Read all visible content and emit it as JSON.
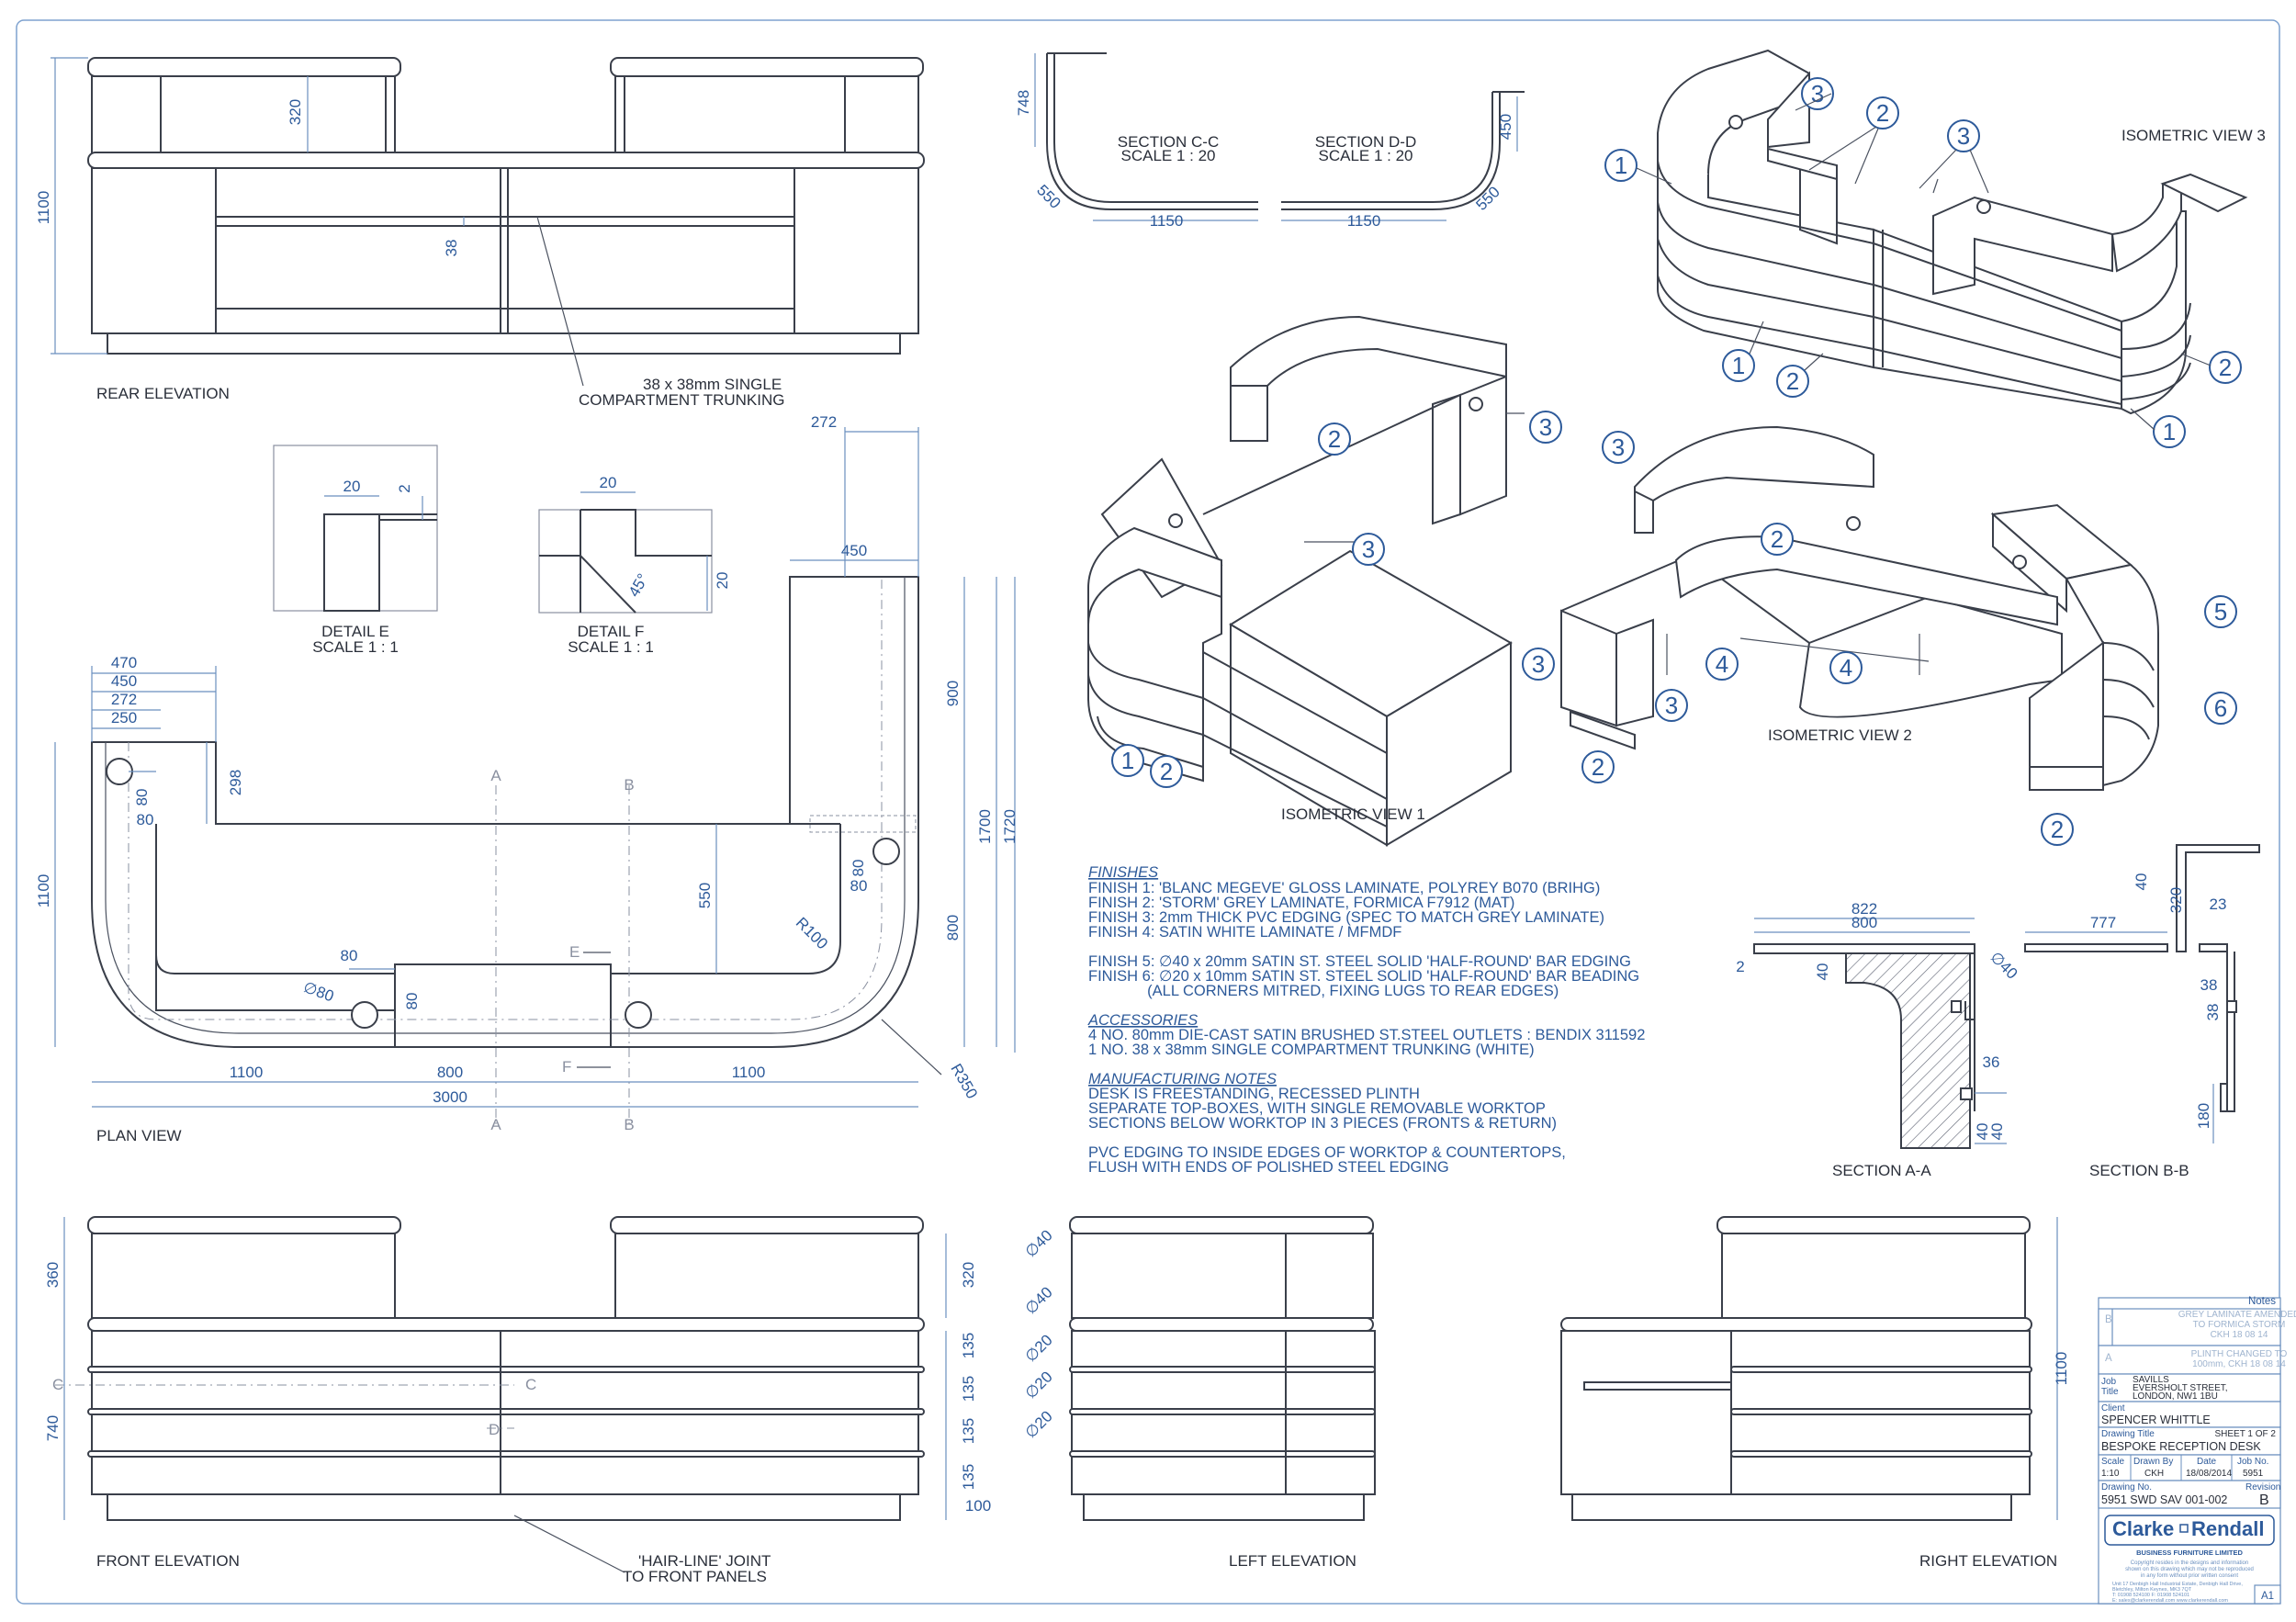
{
  "views": {
    "rear_elevation": "REAR ELEVATION",
    "plan_view": "PLAN VIEW",
    "front_elevation": "FRONT ELEVATION",
    "left_elevation": "LEFT ELEVATION",
    "right_elevation": "RIGHT ELEVATION",
    "iso1": "ISOMETRIC VIEW 1",
    "iso2": "ISOMETRIC VIEW 2",
    "iso3": "ISOMETRIC VIEW 3",
    "section_aa": "SECTION A-A",
    "section_bb": "SECTION B-B",
    "section_cc": "SECTION C-C",
    "section_cc_scale": "SCALE 1 : 20",
    "section_dd": "SECTION D-D",
    "section_dd_scale": "SCALE 1 : 20",
    "detail_e": "DETAIL E",
    "detail_e_scale": "SCALE 1 : 1",
    "detail_f": "DETAIL F",
    "detail_f_scale": "SCALE 1 : 1"
  },
  "annotations": {
    "trunking_1": "38 x 38mm SINGLE",
    "trunking_2": "COMPARTMENT TRUNKING",
    "joint_1": "'HAIR-LINE' JOINT",
    "joint_2": "TO FRONT PANELS"
  },
  "dims": {
    "rear_1100": "1100",
    "rear_320": "320",
    "rear_38": "38",
    "cc_748": "748",
    "cc_550": "550",
    "cc_1150": "1150",
    "dd_450": "450",
    "dd_550": "550",
    "dd_1150": "1150",
    "de_20": "20",
    "de_2": "2",
    "df_20a": "20",
    "df_20b": "20",
    "df_45": "45°",
    "p_272top": "272",
    "p_450top": "450",
    "p_470": "470",
    "p_450": "450",
    "p_272": "272",
    "p_250": "250",
    "p_298": "298",
    "p_80a": "80",
    "p_80b": "80",
    "p_900": "900",
    "p_1700": "1700",
    "p_1720": "1720",
    "p_1100v": "1100",
    "p_550": "550",
    "p_800v": "800",
    "p_80c": "80",
    "p_80d": "80",
    "p_80e": "80",
    "p_80f": "80",
    "p_d80": "∅80",
    "p_r100": "R100",
    "p_r350": "R350",
    "p_1100a": "1100",
    "p_800": "800",
    "p_1100b": "1100",
    "p_3000": "3000",
    "p_A": "A",
    "p_B": "B",
    "p_E": "E",
    "p_F": "F",
    "f_360": "360",
    "f_740": "740",
    "f_320": "320",
    "f_135a": "135",
    "f_135b": "135",
    "f_135c": "135",
    "f_135d": "135",
    "f_100": "100",
    "f_C": "C",
    "f_D": "D",
    "l_40a": "∅40",
    "l_40b": "∅40",
    "l_20a": "∅20",
    "l_20b": "∅20",
    "l_20c": "∅20",
    "r_1100": "1100",
    "sa_822": "822",
    "sa_800": "800",
    "sa_2": "2",
    "sa_40": "40",
    "sa_d40": "∅40",
    "sa_36": "36",
    "sa_40b": "40",
    "sa_40c": "40",
    "sb_777": "777",
    "sb_40": "40",
    "sb_320": "320",
    "sb_23": "23",
    "sb_38a": "38",
    "sb_38b": "38",
    "sb_180": "180"
  },
  "notes": {
    "finishes_title": "FINISHES",
    "finishes": [
      "FINISH 1: 'BLANC MEGEVE' GLOSS LAMINATE, POLYREY B070 (BRIHG)",
      "FINISH 2: 'STORM' GREY LAMINATE, FORMICA F7912 (MAT)",
      "FINISH 3: 2mm THICK PVC EDGING (SPEC TO MATCH GREY LAMINATE)",
      "FINISH 4: SATIN WHITE LAMINATE / MFMDF",
      "",
      "FINISH 5: ∅40 x 20mm SATIN ST. STEEL SOLID 'HALF-ROUND' BAR EDGING",
      "FINISH 6: ∅20 x 10mm SATIN ST. STEEL SOLID 'HALF-ROUND' BAR BEADING",
      "              (ALL CORNERS MITRED, FIXING LUGS TO REAR EDGES)"
    ],
    "accessories_title": "ACCESSORIES",
    "accessories": [
      "4 NO. 80mm DIE-CAST SATIN BRUSHED ST.STEEL OUTLETS : BENDIX  311592",
      "1 NO. 38 x 38mm SINGLE COMPARTMENT TRUNKING (WHITE)"
    ],
    "manufacturing_title": "MANUFACTURING NOTES",
    "manufacturing": [
      "DESK IS FREESTANDING, RECESSED PLINTH",
      "SEPARATE TOP-BOXES, WITH SINGLE REMOVABLE WORKTOP",
      "SECTIONS BELOW WORKTOP IN 3 PIECES (FRONTS & RETURN)",
      "",
      "PVC EDGING TO INSIDE EDGES OF WORKTOP & COUNTERTOPS,",
      "FLUSH WITH ENDS OF POLISHED STEEL EDGING"
    ]
  },
  "callouts": {
    "iso1": [
      "2",
      "3",
      "3",
      "1",
      "2"
    ],
    "iso2": [
      "3",
      "2",
      "3",
      "4",
      "4",
      "3",
      "5",
      "6",
      "2",
      "2"
    ],
    "iso3": [
      "3",
      "2",
      "3",
      "1",
      "1",
      "2",
      "2",
      "1"
    ]
  },
  "title_block": {
    "notes_label": "Notes",
    "rev_b_letter": "B",
    "rev_b_text": [
      "GREY LAMINATE AMENDED",
      "TO FORMICA STORM",
      "CKH 18 08 14"
    ],
    "rev_a_letter": "A",
    "rev_a_text": [
      "PLINTH CHANGED TO",
      "100mm, CKH 18 08 14"
    ],
    "job_title_label_1": "Job",
    "job_title_label_2": "Title",
    "job_title": [
      "SAVILLS",
      "EVERSHOLT STREET,",
      "LONDON, NW1 1BU"
    ],
    "client_label": "Client",
    "client": "SPENCER WHITTLE",
    "drawing_title_label": "Drawing Title",
    "sheet": "SHEET 1 OF 2",
    "drawing_title": "BESPOKE RECEPTION DESK",
    "scale_label": "Scale",
    "drawn_label": "Drawn By",
    "date_label": "Date",
    "job_no_label": "Job No.",
    "scale": "1:10",
    "drawn": "CKH",
    "date": "18/08/2014",
    "job_no": "5951",
    "drawing_no_label": "Drawing No.",
    "revision_label": "Revision",
    "drawing_no": "5951 SWD SAV 001-002",
    "revision": "B",
    "brand_left": "Clarke",
    "brand_right": "Rendall",
    "brand_sub": "BUSINESS FURNITURE LIMITED",
    "copyright": [
      "Copyright resides in the designs and information",
      "shown on this drawing which may not be reproduced",
      "in any form without prior written consent"
    ],
    "address": [
      "Unit 17 Denbigh Hall Industrial Estate, Denbigh Hall Drive,",
      "Bletchley, Milton Keynes, MK3 7QT",
      "T: 01908 524100   F: 01908 524101",
      "E: sales@clarkerendall.com   www.clarkerendall.com"
    ],
    "sheet_size": "A1"
  }
}
